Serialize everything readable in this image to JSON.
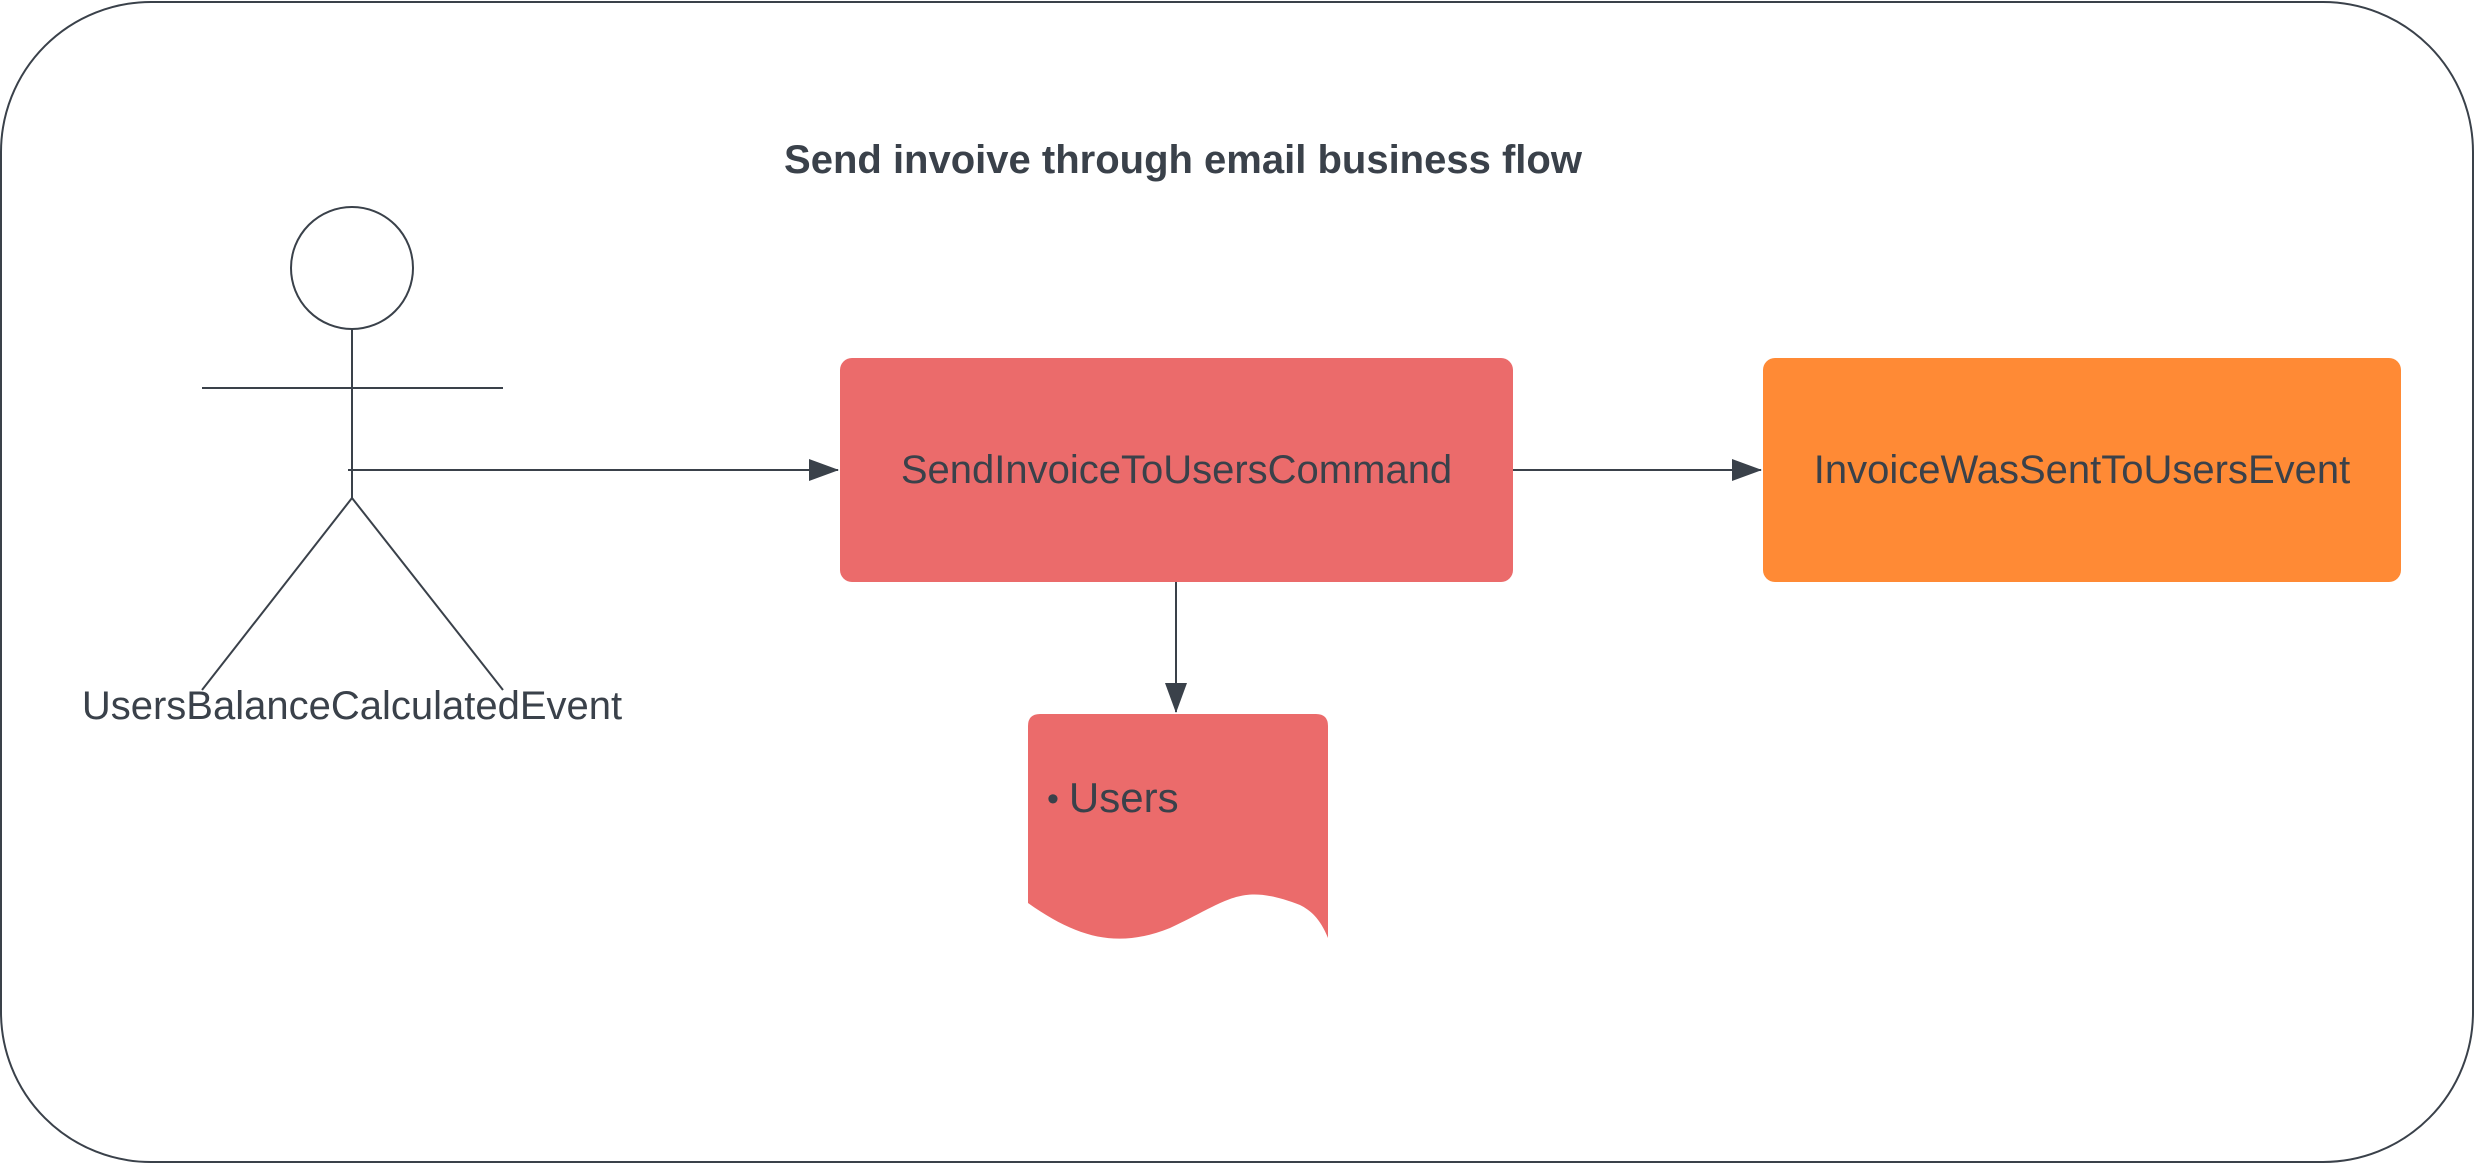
{
  "diagram": {
    "title": "Send invoive through email business flow",
    "actor": {
      "label": "UsersBalanceCalculatedEvent",
      "icon": "stick-figure-icon"
    },
    "command": {
      "label": "SendInvoiceToUsersCommand",
      "color": "#eb6b6b"
    },
    "event": {
      "label": "InvoiceWasSentToUsersEvent",
      "color": "#ff8a35"
    },
    "document": {
      "bullet": "•",
      "item": "Users",
      "color": "#eb6b6b"
    },
    "colors": {
      "stroke": "#3a414a",
      "text": "#3a414a",
      "frame": "#3a414a"
    }
  }
}
